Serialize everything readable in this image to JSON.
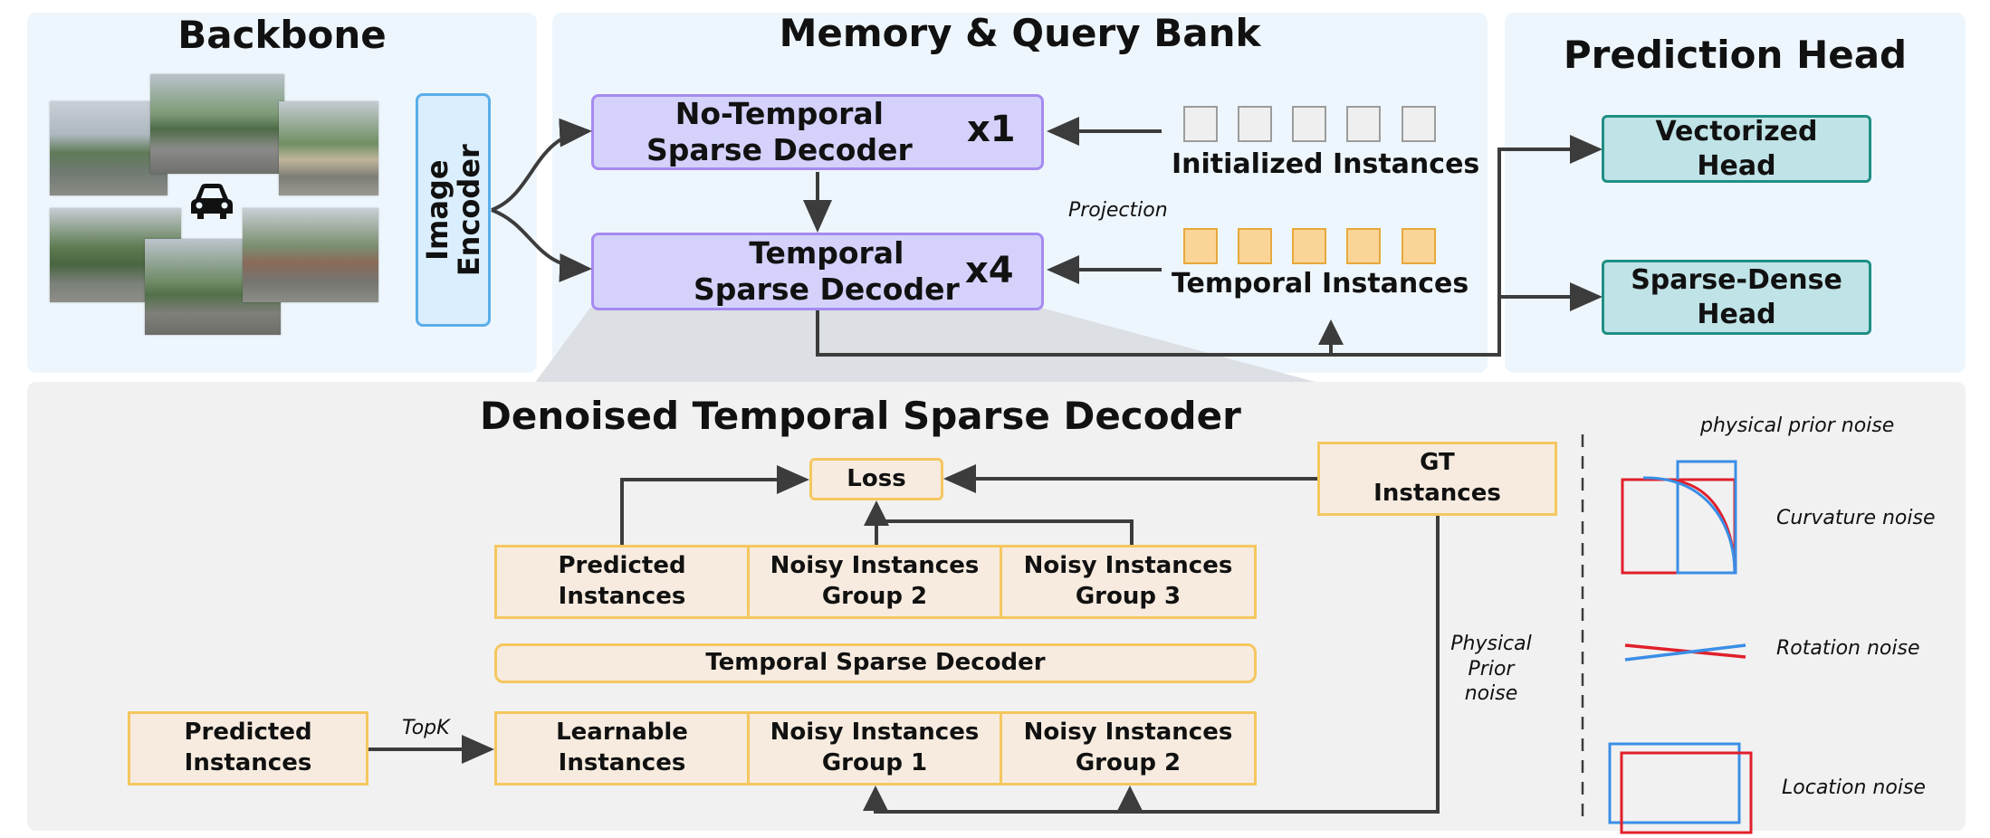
{
  "backbone": {
    "title": "Backbone",
    "encoder_label": "Image\nEncoder"
  },
  "memory": {
    "title": "Memory & Query Bank",
    "no_temporal_decoder": "No-Temporal\nSparse Decoder",
    "no_temporal_mult": "x1",
    "temporal_decoder": "Temporal\nSparse Decoder",
    "temporal_mult": "x4",
    "initialized_instances": "Initialized Instances",
    "temporal_instances": "Temporal Instances",
    "projection": "Projection"
  },
  "prediction": {
    "title": "Prediction Head",
    "vectorized_head": "Vectorized\nHead",
    "sparse_dense_head": "Sparse-Dense\nHead"
  },
  "denoised": {
    "title": "Denoised Temporal Sparse Decoder",
    "loss": "Loss",
    "gt_instances": "GT\nInstances",
    "top_row": [
      "Predicted\nInstances",
      "Noisy Instances\nGroup 2",
      "Noisy Instances\nGroup 3"
    ],
    "decoder": "Temporal Sparse Decoder",
    "bottom_row": [
      "Learnable\nInstances",
      "Noisy Instances\nGroup 1",
      "Noisy Instances\nGroup 2"
    ],
    "predicted_instances": "Predicted\nInstances",
    "topk": "TopK",
    "physical_prior_noise": "Physical\nPrior\nnoise"
  },
  "noise_legend": {
    "title": "physical prior noise",
    "curvature": "Curvature noise",
    "rotation": "Rotation noise",
    "location": "Location noise"
  },
  "colors": {
    "panel_blue": "#eef6fd",
    "panel_grey": "#f1f1f1",
    "decoder_fill": "#d4d2fb",
    "decoder_border": "#a68af0",
    "head_fill": "#bfe3e6",
    "head_border": "#1f8f84",
    "beige_fill": "#f7ebdf",
    "beige_border": "#f5c75f",
    "noise_red": "#e0202a",
    "noise_blue": "#3a8ee6"
  }
}
